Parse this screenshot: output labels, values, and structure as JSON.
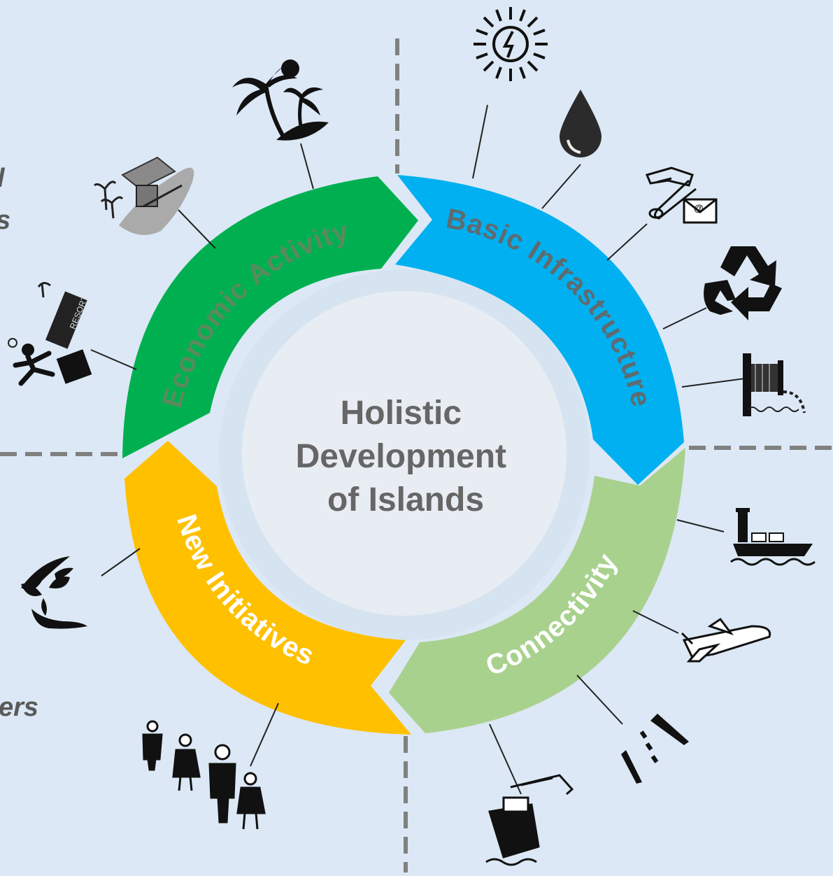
{
  "center": {
    "lines": [
      "Holistic",
      "Development",
      "of Islands"
    ]
  },
  "segments": {
    "economic": {
      "label": "Economic Activity",
      "color": "#00b050",
      "text_color": "#5a8a5e"
    },
    "infrastructure": {
      "label": "Basic Infrastructure",
      "color": "#00b0f0",
      "text_color": "#5f6b70"
    },
    "connectivity": {
      "label": "Connectivity",
      "color": "#a9d18e",
      "text_color": "#ffffff"
    },
    "initiatives": {
      "label": "New Initiatives",
      "color": "#ffc000",
      "text_color": "#ffffff"
    }
  },
  "edge_text": {
    "left_top_1": "l",
    "left_top_2": "s",
    "left_bottom": "ers"
  },
  "icons": {
    "economic": [
      "palm-island-icon",
      "beach-hut-icon",
      "resort-traveler-icon"
    ],
    "infrastructure": [
      "solar-power-icon",
      "water-drop-icon",
      "pipe-mail-icon",
      "recycle-icon",
      "sewage-outfall-icon"
    ],
    "connectivity": [
      "ferry-icon",
      "airplane-icon",
      "road-icon",
      "port-crane-ship-icon"
    ],
    "initiatives": [
      "hands-plant-icon",
      "people-group-icon"
    ]
  },
  "colors": {
    "background": "#dce8f5",
    "ring_inner": "#d6e4f2",
    "center_disc": "#e8edf3",
    "center_text": "#666666",
    "divider": "#808080"
  }
}
